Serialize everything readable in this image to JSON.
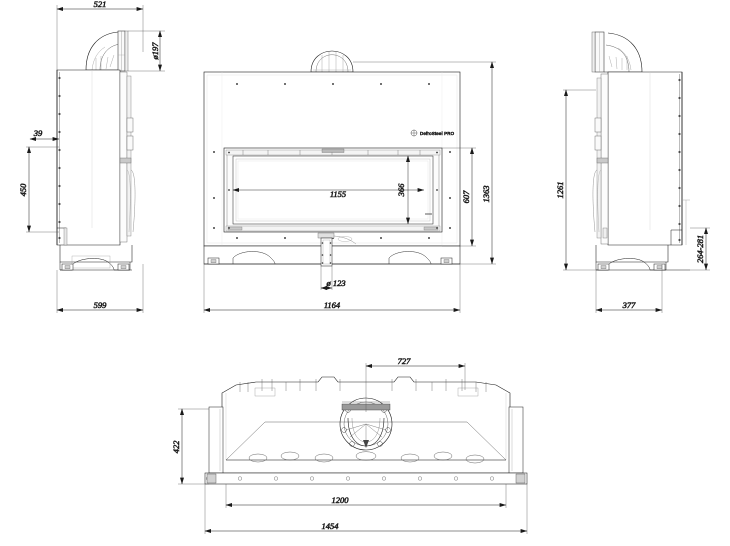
{
  "document": {
    "type": "technical-drawing",
    "title": "Fireplace insert technical drawing",
    "views": [
      "left-side-view",
      "front-view",
      "right-side-view",
      "top-plan-view"
    ],
    "brand_logo": "DefroSteel PRO"
  },
  "left_view": {
    "name": "left-side-view",
    "dimensions": {
      "top_width": "521",
      "flue_diameter": "ø197",
      "offset_top": "39",
      "height_450": "450",
      "depth": "599"
    }
  },
  "front_view": {
    "name": "front-view",
    "dimensions": {
      "glass_width": "1155",
      "glass_height": "366",
      "opening_height": "607",
      "total_height": "1363",
      "air_inlet_diameter": "ø 123",
      "total_width": "1164"
    }
  },
  "right_view": {
    "name": "right-side-view",
    "dimensions": {
      "height_1261": "1261",
      "leg_range": "264-281",
      "depth": "377"
    }
  },
  "plan_view": {
    "name": "top-plan-view",
    "dimensions": {
      "flue_offset": "727",
      "depth": "422",
      "inner_width": "1200",
      "total_width": "1454"
    }
  },
  "colors": {
    "line": "#1a1a1a",
    "thin_line": "#555555",
    "dim_line": "#222222",
    "fill_light": "#f5f5f5",
    "background": "#ffffff"
  }
}
